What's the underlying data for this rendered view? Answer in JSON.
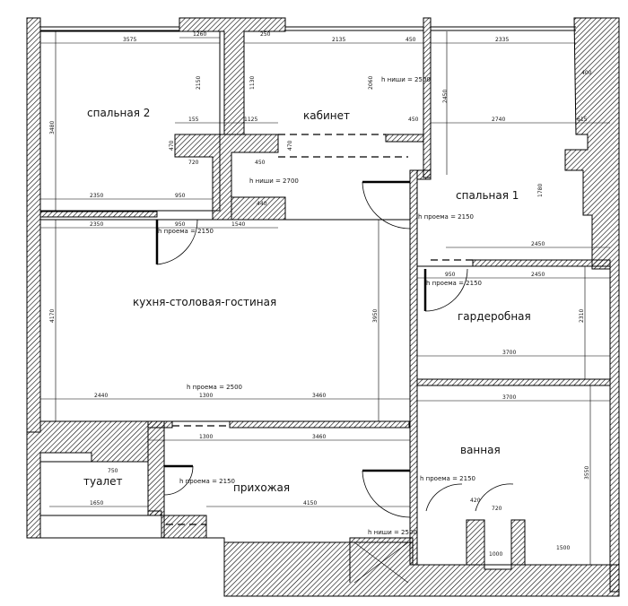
{
  "rooms": {
    "bedroom2": "спальная 2",
    "study": "кабинет",
    "bedroom1": "спальная 1",
    "living": "кухня-столовая-гостиная",
    "wardrobe": "гардеробная",
    "bathroom": "ванная",
    "toilet": "туалет",
    "hallway": "прихожая"
  },
  "notes": {
    "niche_study": "h ниши = 2500",
    "niche_corridor": "h ниши = 2700",
    "opening_bedroom2": "h проема = 2150",
    "opening_bedroom1": "h проема = 2150",
    "opening_wardrobe": "h проема = 2150",
    "opening_living": "h проема = 2500",
    "opening_bathroom": "h проема = 2150",
    "opening_toilet": "h проема = 2150",
    "niche_hallway": "h ниши = 2500"
  },
  "dims": [
    "3575",
    "1260",
    "250",
    "2135",
    "450",
    "2335",
    "400",
    "155",
    "1125",
    "450",
    "2740",
    "615",
    "720",
    "450",
    "440",
    "2350",
    "950",
    "2350",
    "950",
    "1540",
    "2450",
    "2450",
    "950",
    "3700",
    "3700",
    "2440",
    "1300",
    "3460",
    "1300",
    "3460",
    "4150",
    "1650",
    "750",
    "420",
    "720",
    "1500",
    "1000",
    "3480",
    "2150",
    "1130",
    "2060",
    "2450",
    "4170",
    "3950",
    "2310",
    "3550",
    "1780",
    "470",
    "470"
  ]
}
